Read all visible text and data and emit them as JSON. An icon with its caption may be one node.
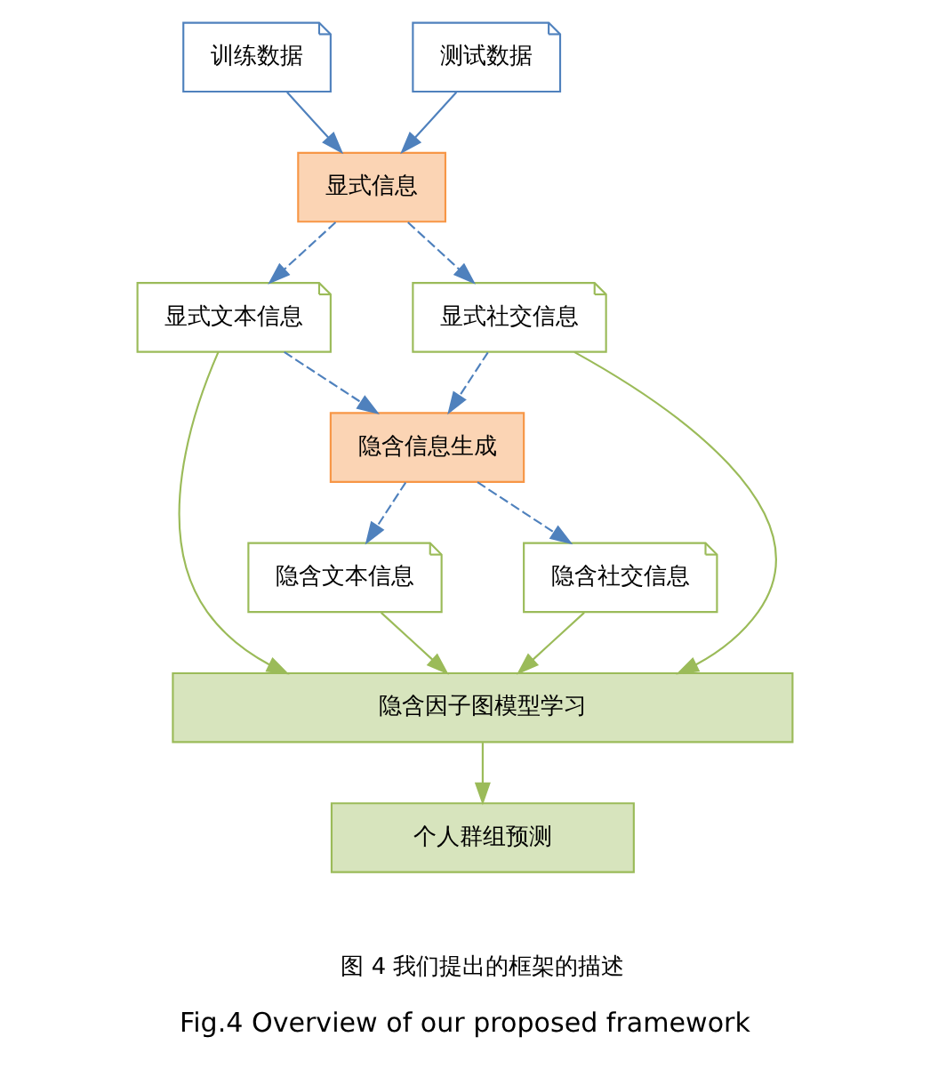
{
  "diagram": {
    "caption": "Fig.4 Overview of our proposed framework",
    "nodes": [
      {
        "text": [
          "训练数据"
        ]
      },
      {
        "text": [
          "测试数据"
        ]
      },
      {
        "text": [
          "显式信息"
        ]
      },
      {
        "text": [
          "显式文本信息"
        ]
      },
      {
        "text": [
          "显式社交信息"
        ]
      },
      {
        "text": [
          "隐含信息生成"
        ]
      },
      {
        "text": [
          "隐含文本信息"
        ]
      },
      {
        "text": [
          "隐含社交信息"
        ]
      },
      {
        "text": [
          "隐含因子图模型学习"
        ]
      },
      {
        "text": [
          "个人群组预测"
        ]
      }
    ],
    "edges": [
      {
        "from": 0,
        "to": 2,
        "arrow": "to"
      },
      {
        "from": 1,
        "to": 2,
        "arrow": "to"
      },
      {
        "from": 2,
        "to": 3,
        "arrow": "to",
        "style": "dashed"
      },
      {
        "from": 2,
        "to": 4,
        "arrow": "to",
        "style": "dashed"
      },
      {
        "from": 3,
        "to": 5,
        "arrow": "to",
        "style": "dashed"
      },
      {
        "from": 4,
        "to": 5,
        "arrow": "to",
        "style": "dashed"
      },
      {
        "from": 5,
        "to": 6,
        "arrow": "to",
        "style": "dashed"
      },
      {
        "from": 5,
        "to": 7,
        "arrow": "to",
        "style": "dashed"
      },
      {
        "from": 3,
        "to": 8,
        "arrow": "to",
        "color": "#9bbb59"
      },
      {
        "from": 6,
        "to": 8,
        "arrow": "to",
        "color": "#9bbb59"
      },
      {
        "from": 7,
        "to": 8,
        "arrow": "to",
        "color": "#9bbb59"
      },
      {
        "from": 4,
        "to": 8,
        "arrow": "to",
        "color": "#9bbb59"
      },
      {
        "from": 8,
        "to": 9,
        "arrow": "to",
        "color": "#9bbb59"
      }
    ],
    "labels": [
      "图 4 我们提出的框架的描述"
    ]
  }
}
